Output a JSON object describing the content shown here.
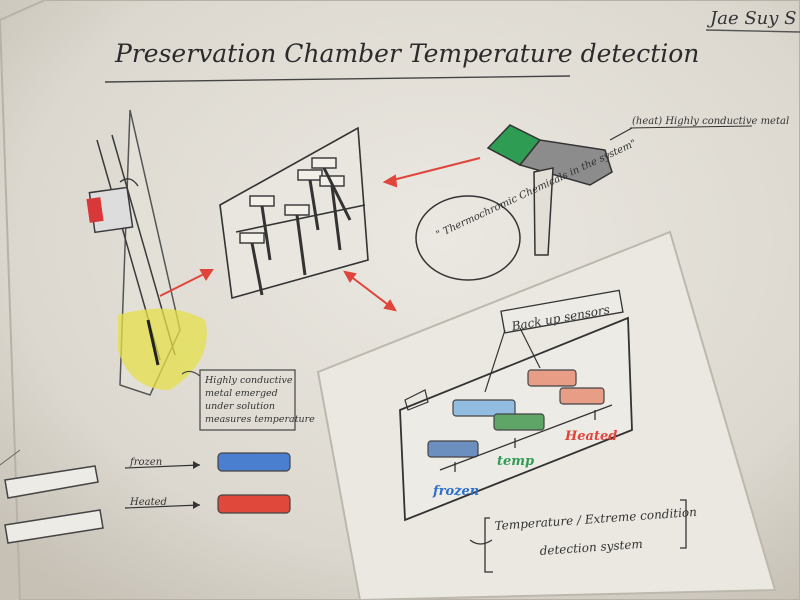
{
  "author": "Jae Suy S",
  "title": "Preservation Chamber Temperature detection",
  "label_highly_conductive_metal_top": "(heat) Highly conductive metal",
  "label_thermochromic": "\" Thermochromic Chemicals in the system\"",
  "label_metal_emerged": [
    "Highly conductive",
    "metal emerged",
    "under solution",
    "measures temperature"
  ],
  "label_backup_sensors": "Back up sensors",
  "status_frozen": "frozen",
  "status_temp": "temp",
  "status_heated": "Heated",
  "label_legend_frozen": "frozen",
  "label_legend_heated": "Heated",
  "label_system": [
    "Temperature / Extreme condition",
    "detection system"
  ],
  "colors": {
    "paper": "#e7e4dd",
    "pencil": "#3a3a3a",
    "red_arrow": "#e0453b",
    "blue": "#4a7fd0",
    "green": "#3f9e4f",
    "red": "#e1483c",
    "yellow": "#e7e24c",
    "pale_blue": "#93bde0",
    "pale_salmon": "#e79d86",
    "pale_green": "#5ea567"
  },
  "icons": [
    "red-arrow-icon",
    "pencil-sketch-icon"
  ]
}
